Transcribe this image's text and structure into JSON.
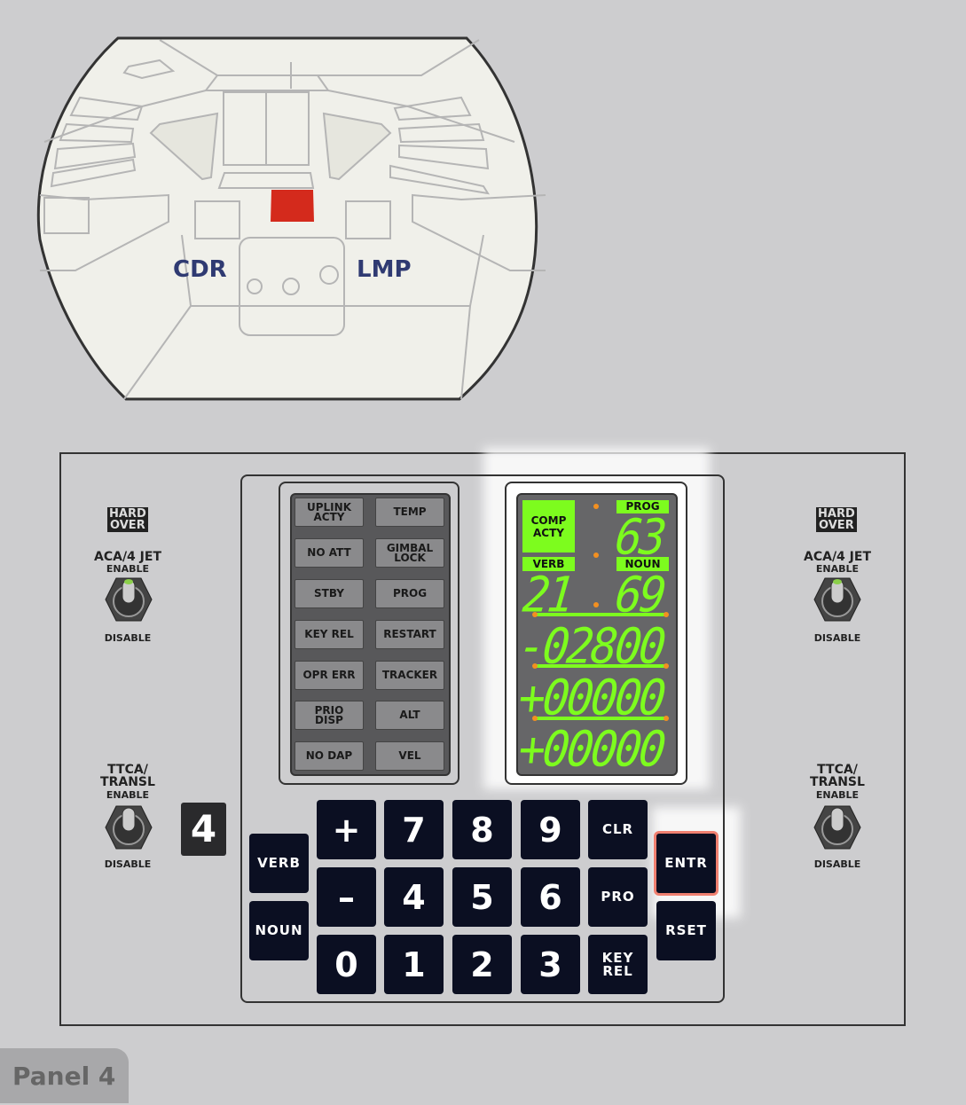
{
  "cockpit": {
    "cdr_label": "CDR",
    "lmp_label": "LMP",
    "highlight_color": "#d42a1c"
  },
  "annunciators": [
    [
      "UPLINK\nACTY",
      "TEMP"
    ],
    [
      "NO ATT",
      "GIMBAL\nLOCK"
    ],
    [
      "STBY",
      "PROG"
    ],
    [
      "KEY REL",
      "RESTART"
    ],
    [
      "OPR ERR",
      "TRACKER"
    ],
    [
      "PRIO\nDISP",
      "ALT"
    ],
    [
      "NO DAP",
      "VEL"
    ]
  ],
  "dsky": {
    "comp_acty": "COMP\nACTY",
    "prog_label": "PROG",
    "prog": "63",
    "verb_label": "VERB",
    "verb": "21",
    "noun_label": "NOUN",
    "noun": "69",
    "r1": "-02800",
    "r2": "+00000",
    "r3": "+00000",
    "color": "#7dfc1e"
  },
  "keys": {
    "verb": "VERB",
    "noun": "NOUN",
    "plus": "+",
    "minus": "–",
    "zero": "0",
    "k7": "7",
    "k8": "8",
    "k9": "9",
    "k4": "4",
    "k5": "5",
    "k6": "6",
    "k1": "1",
    "k2": "2",
    "k3": "3",
    "clr": "CLR",
    "pro": "PRO",
    "keyrel": "KEY\nREL",
    "entr": "ENTR",
    "rset": "RSET"
  },
  "switches": {
    "hard_over": "HARD\nOVER",
    "aca": "ACA/4 JET",
    "ttca": "TTCA/\nTRANSL",
    "enable": "ENABLE",
    "disable": "DISABLE"
  },
  "step_badge": "4",
  "panel_tab": "Panel 4"
}
